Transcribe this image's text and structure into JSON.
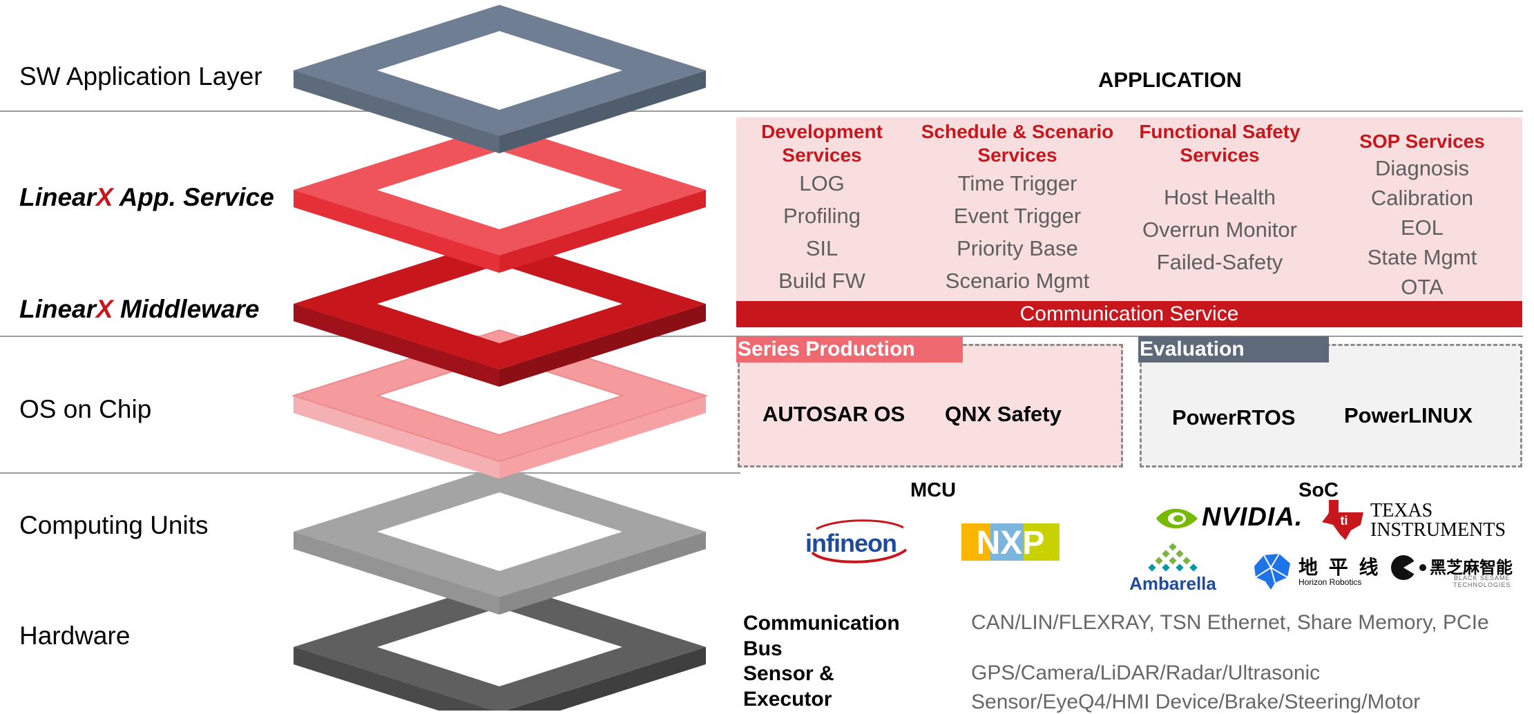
{
  "layers": {
    "sw_app": "SW Application Layer",
    "app_service": {
      "prefix": "Linear",
      "x": "X",
      "rest": " App. Service"
    },
    "middleware": {
      "prefix": "Linear",
      "x": "X",
      "rest": " Middleware"
    },
    "os": "OS on Chip",
    "computing": "Computing Units",
    "hardware": "Hardware"
  },
  "application_title": "APPLICATION",
  "services": [
    {
      "title": "Development Services",
      "items": [
        "LOG",
        "Profiling",
        "SIL",
        "Build FW"
      ]
    },
    {
      "title": "Schedule & Scenario Services",
      "items": [
        "Time Trigger",
        "Event Trigger",
        "Priority Base",
        "Scenario Mgmt"
      ]
    },
    {
      "title": "Functional Safety Services",
      "items": [
        "Host Health",
        "Overrun Monitor",
        "Failed-Safety"
      ]
    },
    {
      "title": "SOP Services",
      "items": [
        "Diagnosis",
        "Calibration",
        "EOL",
        "State Mgmt",
        "OTA"
      ]
    }
  ],
  "communication_service": "Communication Service",
  "os_groups": {
    "series": {
      "label": "Series Production",
      "items": [
        "AUTOSAR OS",
        "QNX Safety"
      ]
    },
    "evaluation": {
      "label": "Evaluation",
      "items": [
        "PowerRTOS",
        "PowerLINUX"
      ]
    }
  },
  "computing": {
    "mcu_title": "MCU",
    "soc_title": "SoC",
    "logos": {
      "infineon": "infineon",
      "nxp": "NXP",
      "nvidia": "NVIDIA.",
      "ti_line1": "Texas",
      "ti_line2": "Instruments",
      "ambarella": "Ambarella",
      "horizon_cn": "地 平 线",
      "horizon_en": "Horizon Robotics",
      "blacksesame_cn": "黑芝麻智能",
      "blacksesame_en1": "BLACK SESAME",
      "blacksesame_en2": "TECHNOLOGIES"
    }
  },
  "hardware": {
    "comm_bus_label": "Communication Bus",
    "comm_bus_value": "CAN/LIN/FLEXRAY, TSN Ethernet, Share Memory, PCIe",
    "sensor_label": "Sensor & Executor",
    "sensor_value_line1": "GPS/Camera/LiDAR/Radar/Ultrasonic",
    "sensor_value_line2": "Sensor/EyeQ4/HMI Device/Brake/Steering/Motor"
  },
  "colors": {
    "brand_red": "#c8161d",
    "service_bg": "#f9dedf",
    "series_tag": "#ee6a70",
    "evaluation_tag": "#5e6a79",
    "slate_layer": "#6f7e93",
    "light_gray_layer": "#a1a1a1",
    "dark_gray_layer": "#5f5f5f"
  }
}
